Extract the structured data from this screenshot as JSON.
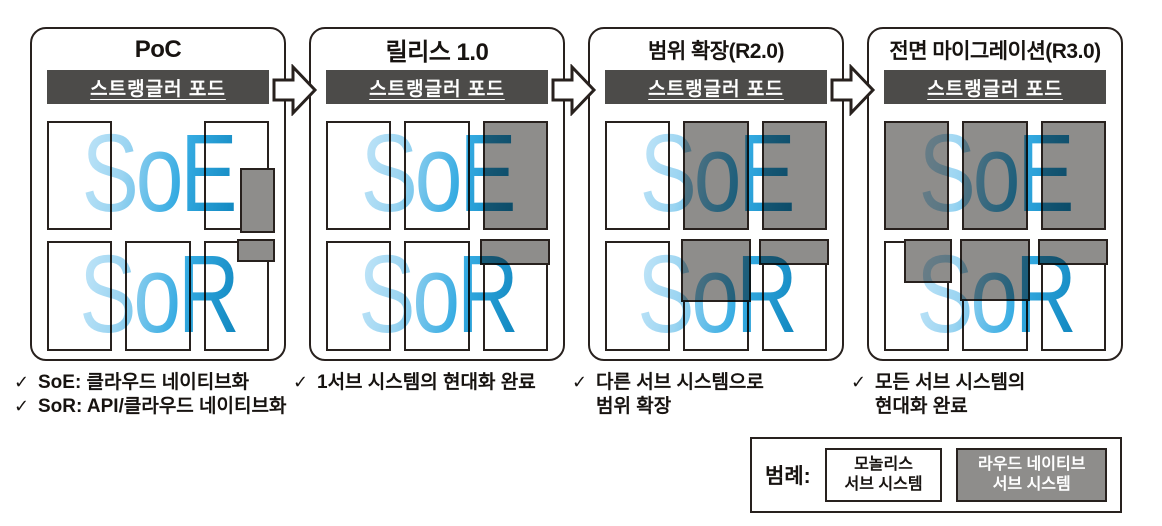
{
  "colors": {
    "outline": "#28211e",
    "pod_bar": "#4c4b49",
    "gray_subsystem": "#8e8d8b",
    "label_blue_light": "#c6e7f9",
    "label_blue": "#35abe2",
    "label_blue_dark": "#0f85bd"
  },
  "check_glyph": "✓",
  "panels": [
    {
      "title": "PoC",
      "pod_label": "스트랭글러 포드",
      "soe_label": "SoE",
      "sor_label": "SoR",
      "soe_boxes": [
        {
          "fill": "white"
        },
        {
          "empty": true
        },
        {
          "fill": "white",
          "overlay": {
            "anchor": "br",
            "w": 54,
            "h": 59,
            "out": true
          }
        }
      ],
      "sor_boxes": [
        {
          "fill": "white"
        },
        {
          "fill": "white"
        },
        {
          "fill": "white",
          "overlay": {
            "anchor": "tr",
            "w": 58,
            "h": 21,
            "out": true
          }
        }
      ],
      "notes": [
        {
          "check": true,
          "text": "SoE: 클라우드 네이티브화"
        },
        {
          "check": true,
          "text": "SoR: API/클라우드 네이티브화"
        }
      ]
    },
    {
      "title": "릴리스 1.0",
      "pod_label": "스트랭글러 포드",
      "soe_label": "SoE",
      "sor_label": "SoR",
      "soe_boxes": [
        {
          "fill": "white"
        },
        {
          "fill": "white"
        },
        {
          "fill": "gray"
        }
      ],
      "sor_boxes": [
        {
          "fill": "white"
        },
        {
          "fill": "white"
        },
        {
          "fill": "white",
          "overlay": {
            "anchor": "t",
            "h": 24
          }
        }
      ],
      "notes": [
        {
          "check": true,
          "text": "1서브 시스템의 현대화 완료"
        }
      ]
    },
    {
      "title": "범위 확장(R2.0)",
      "pod_label": "스트랭글러 포드",
      "soe_label": "SoE",
      "sor_label": "SoR",
      "soe_boxes": [
        {
          "fill": "white"
        },
        {
          "fill": "gray"
        },
        {
          "fill": "gray"
        }
      ],
      "sor_boxes": [
        {
          "fill": "white"
        },
        {
          "fill": "white",
          "overlay": {
            "anchor": "t",
            "h": 58
          }
        },
        {
          "fill": "white",
          "overlay": {
            "anchor": "t",
            "h": 24
          }
        }
      ],
      "notes": [
        {
          "check": true,
          "text": "다른 서브 시스템으로"
        },
        {
          "check": false,
          "text": "범위 확장"
        }
      ]
    },
    {
      "title": "전면 마이그레이션(R3.0)",
      "pod_label": "스트랭글러 포드",
      "soe_label": "SoE",
      "sor_label": "SoR",
      "soe_boxes": [
        {
          "fill": "gray"
        },
        {
          "fill": "gray"
        },
        {
          "fill": "gray"
        }
      ],
      "sor_boxes": [
        {
          "fill": "white",
          "overlay": {
            "anchor": "tr",
            "w": 73,
            "h": 40
          }
        },
        {
          "fill": "white",
          "overlay": {
            "anchor": "t",
            "h": 57
          }
        },
        {
          "fill": "white",
          "overlay": {
            "anchor": "t",
            "h": 24
          }
        }
      ],
      "notes": [
        {
          "check": true,
          "text": "모든 서브 시스템의"
        },
        {
          "check": false,
          "text": "현대화 완료"
        }
      ]
    }
  ],
  "legend": {
    "label": "범례:",
    "items": [
      {
        "name": "monolith-subsystem",
        "lines": [
          "모놀리스",
          "서브 시스템"
        ]
      },
      {
        "name": "cloud-native-subsystem",
        "lines": [
          "라우드 네이티브",
          "서브 시스템"
        ]
      }
    ]
  }
}
